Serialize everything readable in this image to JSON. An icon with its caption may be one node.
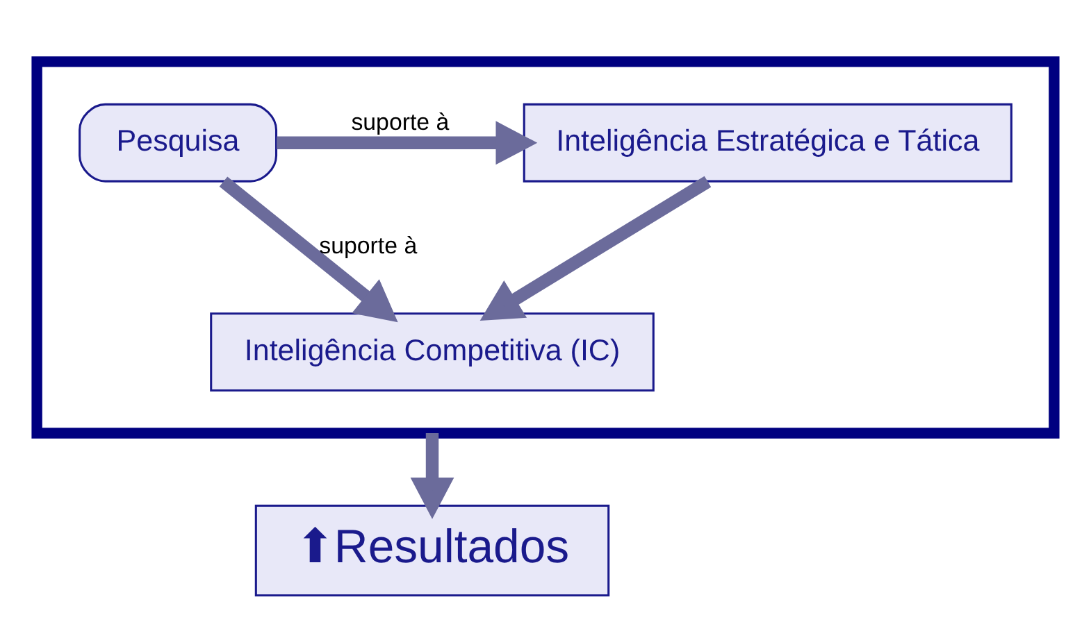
{
  "diagram": {
    "nodes": [
      {
        "text": [],
        "shape": "box"
      },
      {
        "text": [
          "Pesquisa"
        ],
        "in": 0
      },
      {
        "text": [
          "Inteligência Estratégica e Tática"
        ],
        "in": 0
      },
      {
        "text": [
          "Inteligência Competitiva (IC)"
        ],
        "in": 0
      },
      {
        "text": [
          "⬆Resultados"
        ]
      }
    ],
    "edges": [
      {
        "from": 1,
        "to": 2,
        "arrow": "to",
        "label": "suporte à"
      },
      {
        "from": 1,
        "to": 3,
        "arrow": "to",
        "label": "suporte à"
      },
      {
        "from": 2,
        "to": 3,
        "arrow": "to"
      },
      {
        "from": 0,
        "to": 4,
        "arrow": "to"
      }
    ]
  }
}
